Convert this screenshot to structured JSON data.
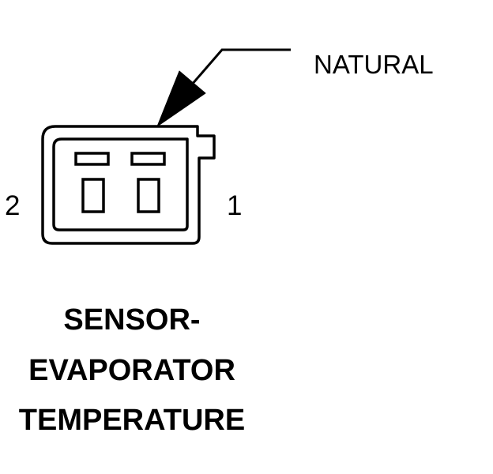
{
  "colors": {
    "ink": "#000000",
    "background": "#ffffff"
  },
  "callout": {
    "label": "NATURAL"
  },
  "connector": {
    "pin_left_label": "2",
    "pin_right_label": "1"
  },
  "title": {
    "lines": [
      "SENSOR-",
      "EVAPORATOR",
      "TEMPERATURE"
    ]
  }
}
